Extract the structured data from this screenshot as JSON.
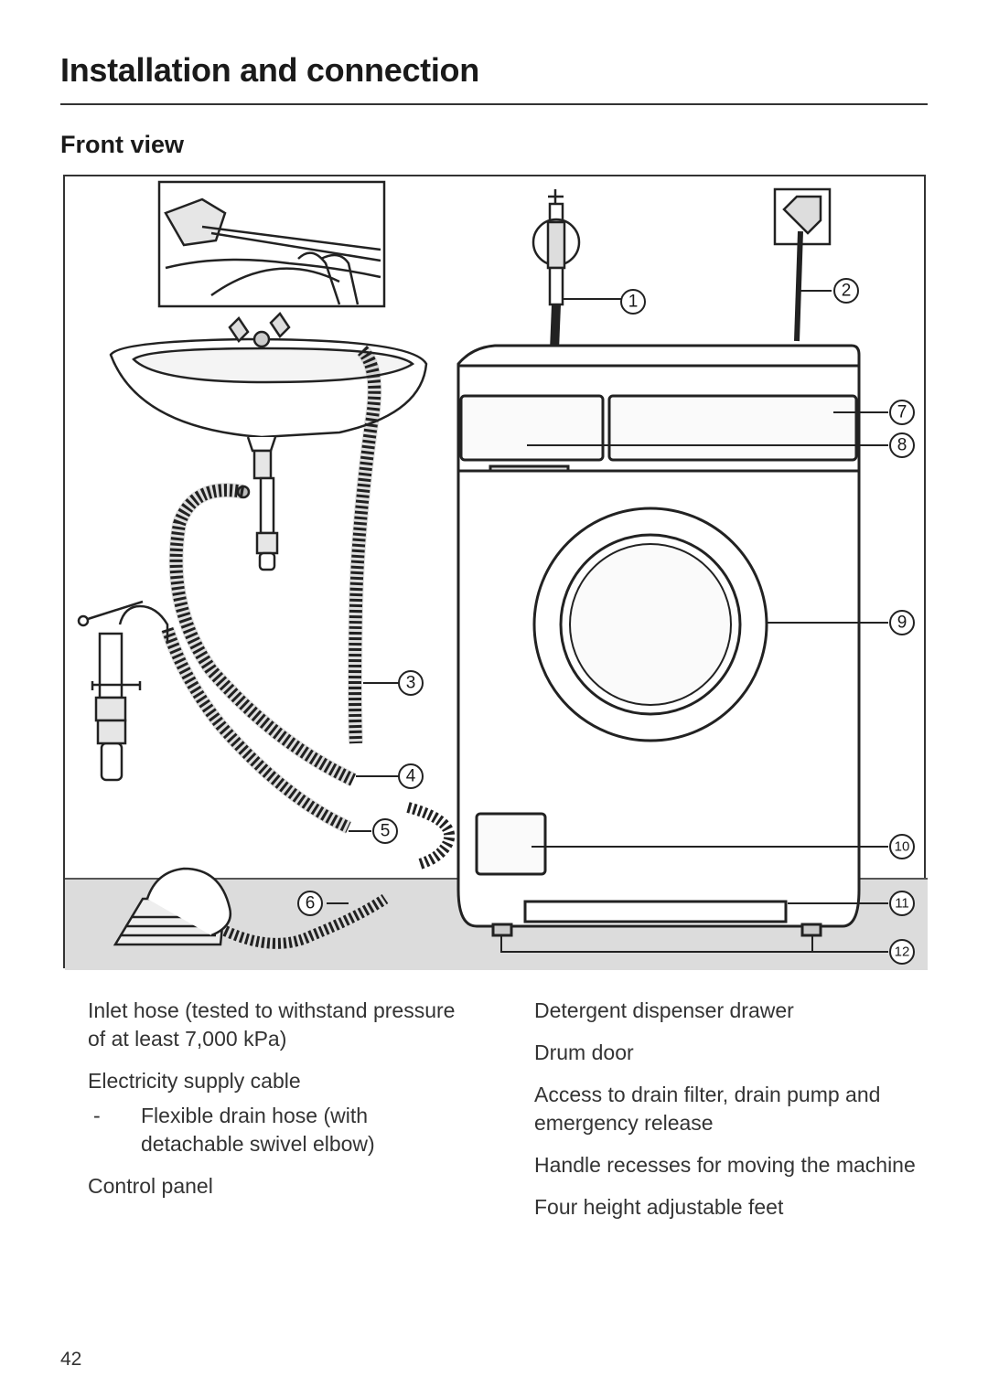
{
  "header": {
    "title": "Installation and connection",
    "section": "Front view"
  },
  "figure": {
    "callouts": [
      "1",
      "2",
      "3",
      "4",
      "5",
      "6",
      "7",
      "8",
      "9",
      "10",
      "11",
      "12"
    ]
  },
  "legend": {
    "left": {
      "item1": "Inlet hose (tested to withstand pressure of at least 7,000 kPa)",
      "item2": "Electricity supply cable",
      "item3_dash": "-",
      "item3": "Flexible drain hose (with detachable swivel elbow)",
      "item4": "Control panel"
    },
    "right": {
      "item1": "Detergent dispenser drawer",
      "item2": "Drum door",
      "item3": "Access to drain filter, drain pump and emergency release",
      "item4": "Handle recesses for moving the machine",
      "item5": "Four height adjustable feet"
    }
  },
  "footer": {
    "page_number": "42"
  }
}
